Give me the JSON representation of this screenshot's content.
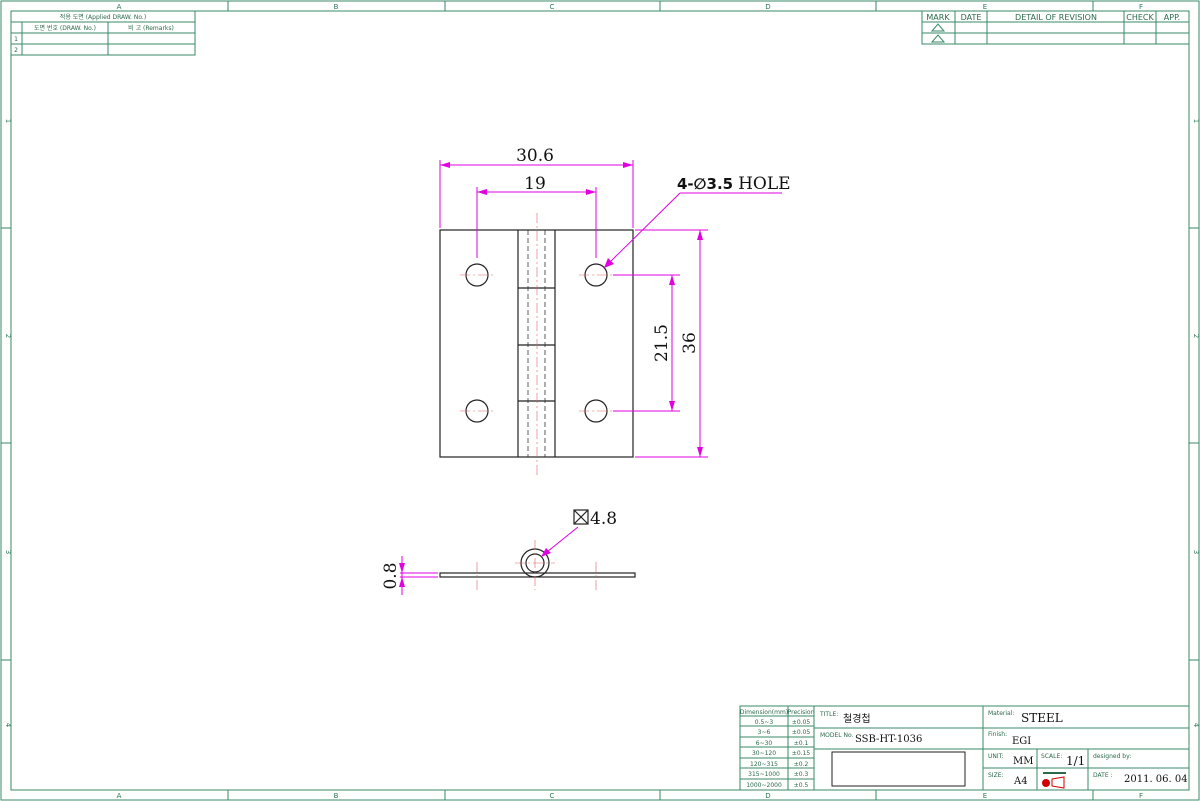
{
  "zones": {
    "columns": [
      "A",
      "B",
      "C",
      "D",
      "E",
      "F"
    ],
    "rows": [
      "1",
      "2",
      "3",
      "4"
    ]
  },
  "applied_table": {
    "title": "적용 도면 (Applied DRAW. No.)",
    "col_drawing_no": "도면 번호 (DRAW. No.)",
    "col_remarks": "비 고 (Remarks)",
    "rows": [
      "1",
      "2"
    ]
  },
  "revision_table": {
    "headers": [
      "MARK",
      "DATE",
      "DETAIL OF REVISION",
      "CHECK",
      "APP."
    ]
  },
  "dimensions": {
    "overall_width": "30.6",
    "hole_spacing_x": "19",
    "hole_callout_qty": "4-",
    "hole_callout_dia": "∅3.5",
    "hole_callout_text": "HOLE",
    "hole_spacing_y": "21.5",
    "overall_height": "36",
    "knuckle": "4.8",
    "thickness": "0.8"
  },
  "tolerance_table": {
    "headers": [
      "Dimension(mm)",
      "Precision"
    ],
    "rows": [
      [
        "0.5~3",
        "±0.05"
      ],
      [
        "3~6",
        "±0.05"
      ],
      [
        "6~30",
        "±0.1"
      ],
      [
        "30~120",
        "±0.15"
      ],
      [
        "120~315",
        "±0.2"
      ],
      [
        "315~1000",
        "±0.3"
      ],
      [
        "1000~2000",
        "±0.5"
      ]
    ]
  },
  "title_block": {
    "title_label": "TITLE:",
    "title_value": "철경첩",
    "model_label": "MODEL No.",
    "model_value": "SSB-HT-1036",
    "material_label": "Material:",
    "material_value": "STEEL",
    "finish_label": "Finish:",
    "finish_value": "EGI",
    "unit_label": "UNIT:",
    "unit_value": "MM",
    "scale_label": "SCALE:",
    "scale_value": "1/1",
    "designed_label": "designed by:",
    "size_label": "SIZE:",
    "size_value": "A4",
    "date_label": "DATE :",
    "date_value": "2011. 06. 04"
  },
  "colors": {
    "frame": "#3a8a65",
    "dimension": "#e000e0",
    "centerline": "#e06060",
    "outline": "#222222"
  }
}
